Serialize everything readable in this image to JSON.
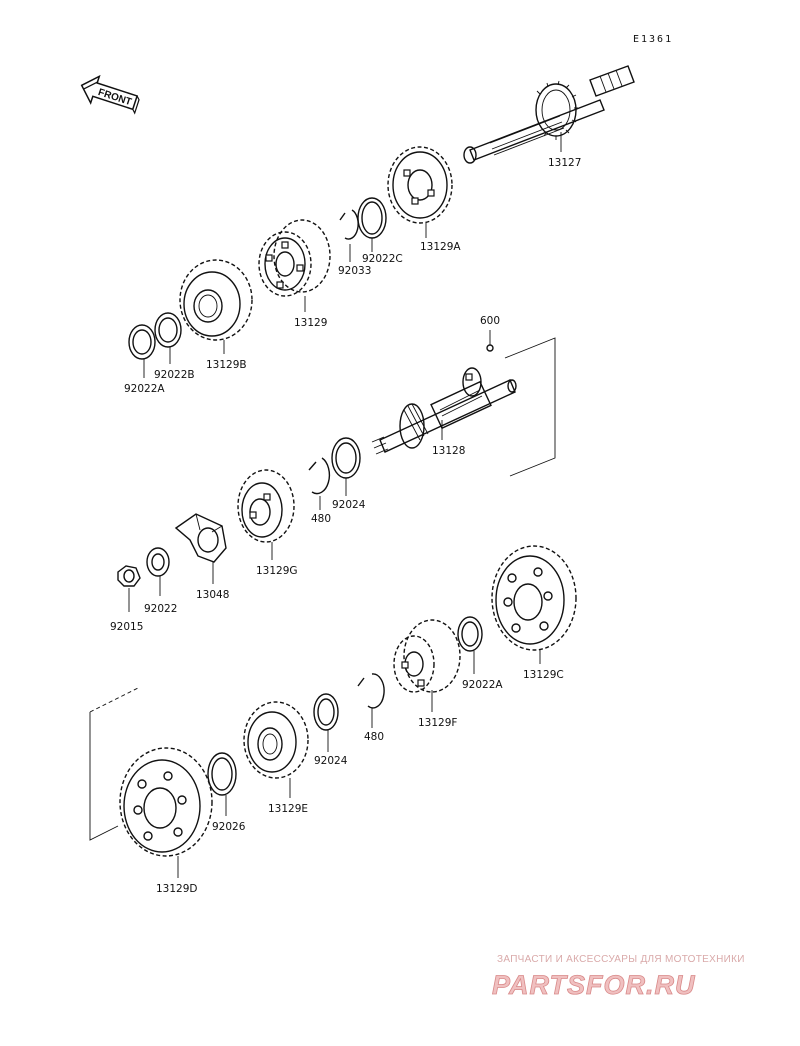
{
  "diagram": {
    "code": "E1361",
    "front_label": "FRONT",
    "parts": [
      {
        "id": "p13127",
        "label": "13127"
      },
      {
        "id": "p13129A",
        "label": "13129A"
      },
      {
        "id": "p92022C",
        "label": "92022C"
      },
      {
        "id": "p92033",
        "label": "92033"
      },
      {
        "id": "p13129",
        "label": "13129"
      },
      {
        "id": "p13129B",
        "label": "13129B"
      },
      {
        "id": "p92022B",
        "label": "92022B"
      },
      {
        "id": "p92022A_top",
        "label": "92022A"
      },
      {
        "id": "p600",
        "label": "600"
      },
      {
        "id": "p13128",
        "label": "13128"
      },
      {
        "id": "p92024_top",
        "label": "92024"
      },
      {
        "id": "p480_top",
        "label": "480"
      },
      {
        "id": "p13129G",
        "label": "13129G"
      },
      {
        "id": "p13048",
        "label": "13048"
      },
      {
        "id": "p92022",
        "label": "92022"
      },
      {
        "id": "p92015",
        "label": "92015"
      },
      {
        "id": "p13129C",
        "label": "13129C"
      },
      {
        "id": "p92022A_bot",
        "label": "92022A"
      },
      {
        "id": "p13129F",
        "label": "13129F"
      },
      {
        "id": "p480_bot",
        "label": "480"
      },
      {
        "id": "p92024_bot",
        "label": "92024"
      },
      {
        "id": "p13129E",
        "label": "13129E"
      },
      {
        "id": "p92026",
        "label": "92026"
      },
      {
        "id": "p13129D",
        "label": "13129D"
      }
    ]
  },
  "watermark": {
    "line1": "ЗАПЧАСТИ И АКСЕССУАРЫ ДЛЯ МОТОТЕХНИКИ",
    "line2": "PARTSFOR.RU"
  }
}
